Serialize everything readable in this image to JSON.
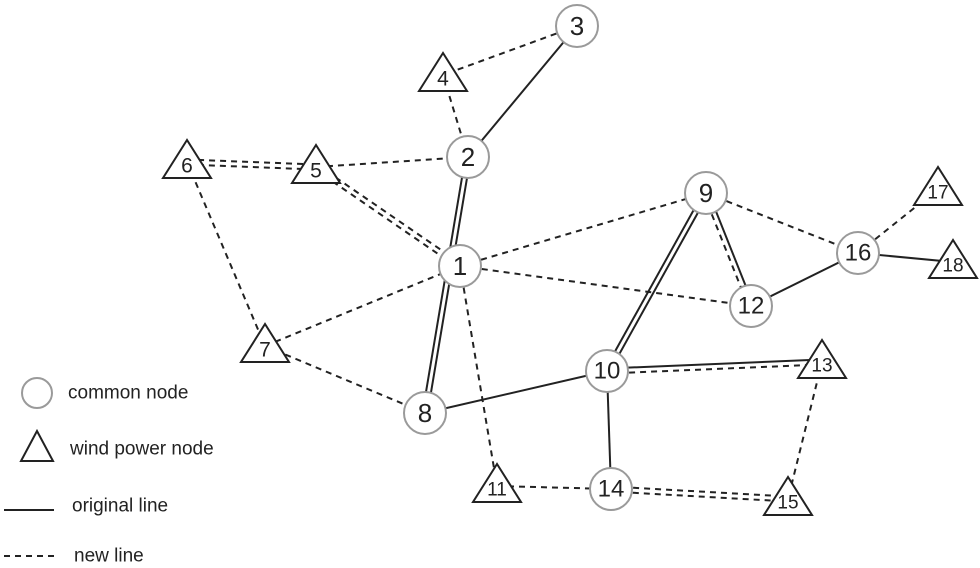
{
  "nodes": [
    {
      "id": "1",
      "kind": "common"
    },
    {
      "id": "2",
      "kind": "common"
    },
    {
      "id": "3",
      "kind": "common"
    },
    {
      "id": "4",
      "kind": "wind"
    },
    {
      "id": "5",
      "kind": "wind"
    },
    {
      "id": "6",
      "kind": "wind"
    },
    {
      "id": "7",
      "kind": "wind"
    },
    {
      "id": "8",
      "kind": "common"
    },
    {
      "id": "9",
      "kind": "common"
    },
    {
      "id": "10",
      "kind": "common"
    },
    {
      "id": "11",
      "kind": "wind"
    },
    {
      "id": "12",
      "kind": "common"
    },
    {
      "id": "13",
      "kind": "wind"
    },
    {
      "id": "14",
      "kind": "common"
    },
    {
      "id": "15",
      "kind": "wind"
    },
    {
      "id": "16",
      "kind": "common"
    },
    {
      "id": "17",
      "kind": "wind"
    },
    {
      "id": "18",
      "kind": "wind"
    }
  ],
  "edges": [
    {
      "from": "2",
      "to": "3",
      "lines": [
        "original"
      ]
    },
    {
      "from": "2",
      "to": "8",
      "lines": [
        "original",
        "original"
      ]
    },
    {
      "from": "8",
      "to": "10",
      "lines": [
        "original"
      ]
    },
    {
      "from": "9",
      "to": "10",
      "lines": [
        "original",
        "original"
      ]
    },
    {
      "from": "9",
      "to": "12",
      "lines": [
        "original",
        "new"
      ]
    },
    {
      "from": "12",
      "to": "16",
      "lines": [
        "original"
      ]
    },
    {
      "from": "16",
      "to": "18",
      "lines": [
        "original"
      ]
    },
    {
      "from": "10",
      "to": "13",
      "lines": [
        "original",
        "new"
      ]
    },
    {
      "from": "10",
      "to": "14",
      "lines": [
        "original"
      ]
    },
    {
      "from": "3",
      "to": "4",
      "lines": [
        "new"
      ]
    },
    {
      "from": "4",
      "to": "2",
      "lines": [
        "new"
      ]
    },
    {
      "from": "6",
      "to": "5",
      "lines": [
        "new",
        "new"
      ]
    },
    {
      "from": "5",
      "to": "2",
      "lines": [
        "new"
      ]
    },
    {
      "from": "5",
      "to": "1",
      "lines": [
        "new",
        "new"
      ]
    },
    {
      "from": "6",
      "to": "7",
      "lines": [
        "new"
      ]
    },
    {
      "from": "7",
      "to": "1",
      "lines": [
        "new"
      ]
    },
    {
      "from": "7",
      "to": "8",
      "lines": [
        "new"
      ]
    },
    {
      "from": "1",
      "to": "9",
      "lines": [
        "new"
      ]
    },
    {
      "from": "1",
      "to": "12",
      "lines": [
        "new"
      ]
    },
    {
      "from": "1",
      "to": "11",
      "lines": [
        "new"
      ]
    },
    {
      "from": "9",
      "to": "16",
      "lines": [
        "new"
      ]
    },
    {
      "from": "16",
      "to": "17",
      "lines": [
        "new"
      ]
    },
    {
      "from": "11",
      "to": "14",
      "lines": [
        "new"
      ]
    },
    {
      "from": "14",
      "to": "15",
      "lines": [
        "new",
        "new"
      ]
    },
    {
      "from": "13",
      "to": "15",
      "lines": [
        "new"
      ]
    }
  ],
  "legend": {
    "common_node": "common node",
    "wind_power_node": "wind power node",
    "original_line": "original line",
    "new_line": "new line"
  }
}
